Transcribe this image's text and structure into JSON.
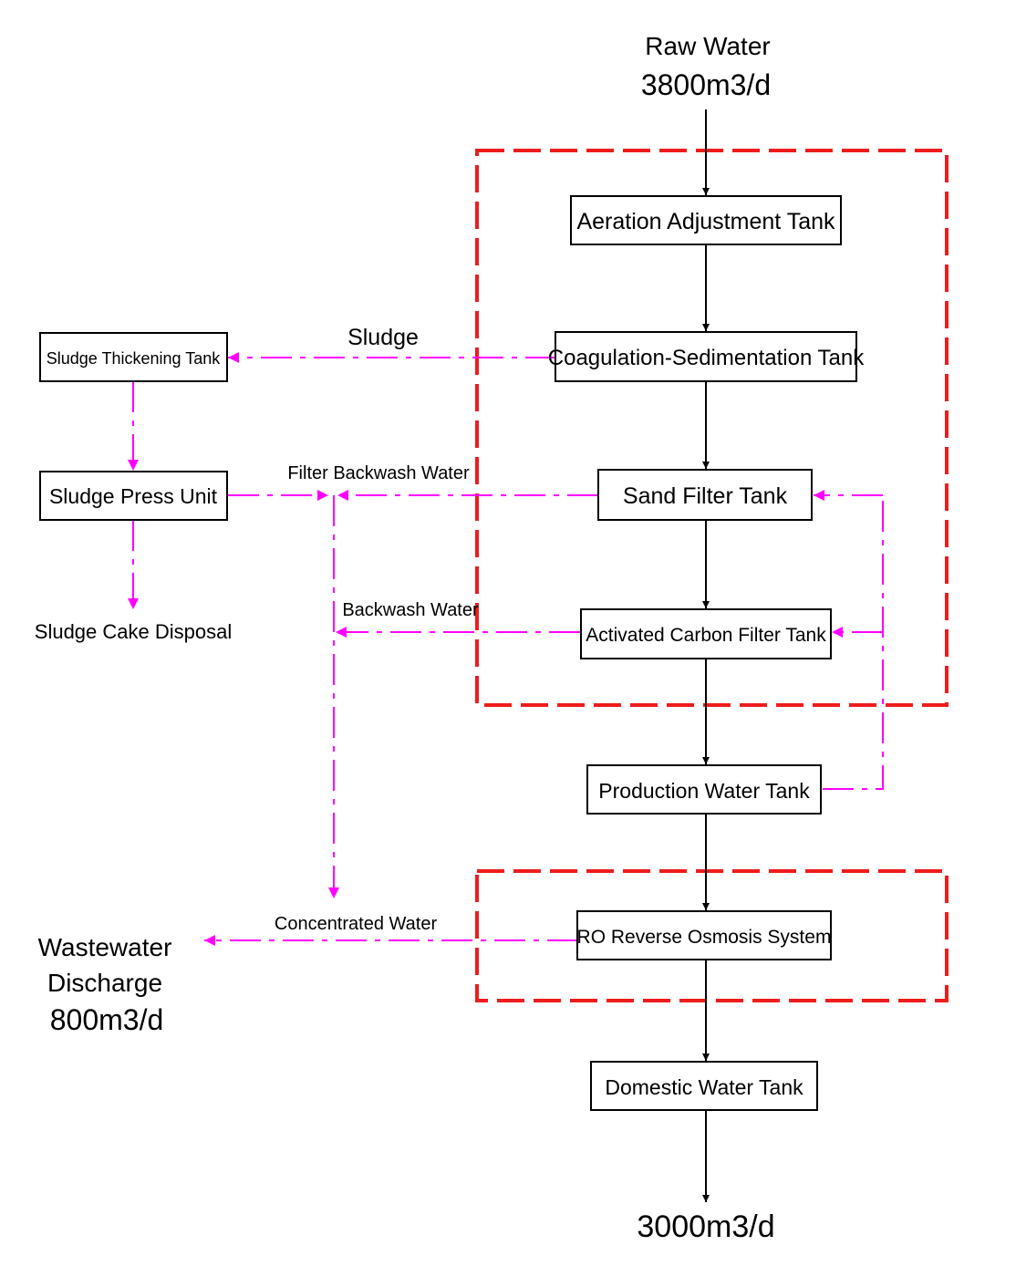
{
  "inputs": {
    "raw_water_label": "Raw Water",
    "raw_water_flow": "3800m3/d"
  },
  "outputs": {
    "product_flow": "3000m3/d",
    "wastewater_label_line1": "Wastewater",
    "wastewater_label_line2": "Discharge",
    "wastewater_flow": "800m3/d"
  },
  "units": {
    "aeration": "Aeration Adjustment Tank",
    "coagulation": "Coagulation-Sedimentation Tank",
    "sand_filter": "Sand Filter Tank",
    "carbon_filter": "Activated Carbon Filter Tank",
    "production_tank": "Production Water Tank",
    "ro_system": "RO Reverse Osmosis System",
    "domestic_tank": "Domestic Water Tank",
    "sludge_thickening": "Sludge Thickening Tank",
    "sludge_press": "Sludge Press Unit",
    "sludge_cake": "Sludge Cake Disposal"
  },
  "stream_labels": {
    "sludge": "Sludge",
    "filter_backwash": "Filter Backwash Water",
    "backwash": "Backwash Water",
    "concentrated": "Concentrated Water"
  },
  "colors": {
    "main_flow": "#000000",
    "side_flow": "#ff00ff",
    "system_boundary": "#ee1c1c"
  }
}
